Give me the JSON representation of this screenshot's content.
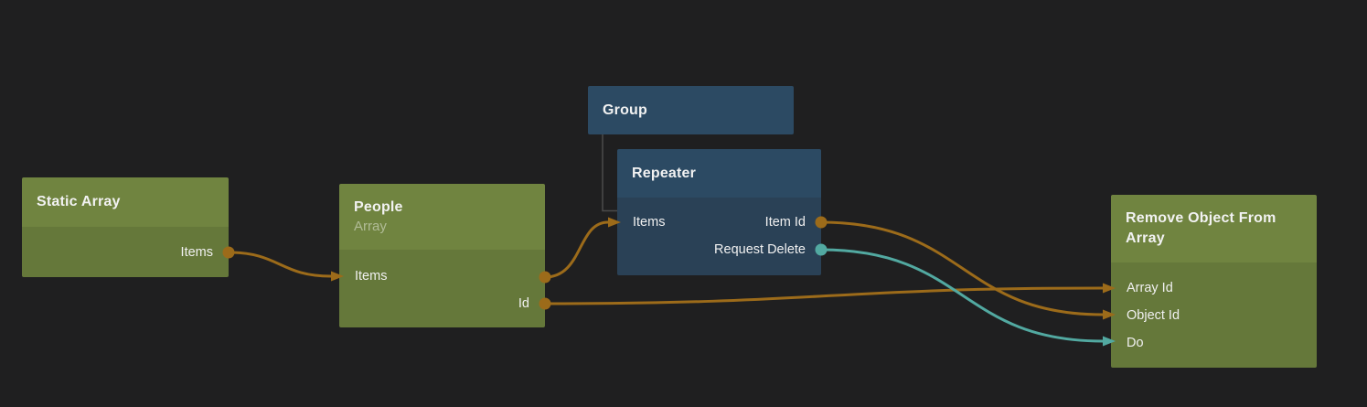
{
  "palette": {
    "canvas_bg": "#1f1f20",
    "green_header": "#708440",
    "green_body": "#65783a",
    "blue_header": "#2c4a63",
    "blue_body": "#2a4156",
    "wire_orange": "#9c6b1a",
    "wire_teal": "#52a9a1",
    "title_color": "#f2f2f2",
    "subtitle_color": "rgba(255,255,255,0.45)",
    "port_color": "#f0f0f0",
    "group_link": "#4b4b4b"
  },
  "nodes": [
    {
      "title": "Static Array",
      "color": "green",
      "rows": [
        {
          "right": "Items",
          "right_connector": "orange-dot"
        }
      ]
    },
    {
      "title": "People",
      "subtitle": "Array",
      "color": "green",
      "rows": [
        {
          "left": "Items",
          "left_connector": "orange-arrow",
          "right_connector": "orange-dot"
        },
        {
          "right": "Id",
          "right_connector": "orange-dot"
        }
      ]
    },
    {
      "title": "Group",
      "color": "blue",
      "rows": []
    },
    {
      "title": "Repeater",
      "color": "blue",
      "rows": [
        {
          "left": "Items",
          "left_connector": "orange-arrow",
          "right": "Item Id",
          "right_connector": "orange-dot"
        },
        {
          "right": "Request Delete",
          "right_connector": "teal-dot"
        }
      ]
    },
    {
      "title": "Remove Object From Array",
      "color": "green",
      "rows": [
        {
          "left": "Array Id",
          "left_connector": "orange-arrow"
        },
        {
          "left": "Object Id",
          "left_connector": "orange-arrow"
        },
        {
          "left": "Do",
          "left_connector": "teal-arrow"
        }
      ]
    }
  ],
  "connections": [
    {
      "from": "Static Array.Items",
      "to": "People.Items",
      "color": "orange"
    },
    {
      "from": "People.Items",
      "to": "Repeater.Items",
      "color": "orange"
    },
    {
      "from": "People.Id",
      "to": "Remove Object From Array.Array Id",
      "color": "orange"
    },
    {
      "from": "Repeater.Item Id",
      "to": "Remove Object From Array.Object Id",
      "color": "orange"
    },
    {
      "from": "Repeater.Request Delete",
      "to": "Remove Object From Array.Do",
      "color": "teal"
    }
  ],
  "hierarchy": [
    {
      "parent": "Group",
      "child": "Repeater"
    }
  ]
}
